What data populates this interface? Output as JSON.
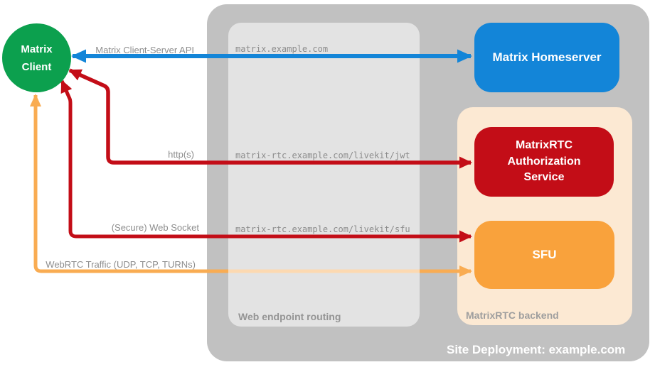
{
  "diagram_title": "Site Deployment: example.com",
  "colors": {
    "client_green": "#0ca04e",
    "homeserver_blue": "#1385d8",
    "auth_red": "#c30d17",
    "sfu_orange": "#f9a23c",
    "webrtc_arrow_orange": "#f9ac52",
    "site_container_gray": "#c1c1c1",
    "routing_box_gray": "#e2e2e2",
    "backend_peach": "#fce9d3",
    "label_gray": "#8d8d8d"
  },
  "nodes": {
    "client": {
      "line1": "Matrix",
      "line2": "Client"
    },
    "homeserver": {
      "label": "Matrix Homeserver"
    },
    "auth_service": {
      "label": "MatrixRTC Authorization Service"
    },
    "sfu": {
      "label": "SFU"
    }
  },
  "containers": {
    "site": {
      "label": "Site Deployment: example.com"
    },
    "routing": {
      "label": "Web endpoint routing"
    },
    "backend": {
      "label": "MatrixRTC backend"
    }
  },
  "endpoints": [
    {
      "host": "matrix.example.com"
    },
    {
      "host": "matrix-rtc.example.com/livekit/jwt"
    },
    {
      "host": "matrix-rtc.example.com/livekit/sfu"
    }
  ],
  "arrows": [
    {
      "id": "matrix-client-server-api",
      "label": "Matrix Client-Server API",
      "color": "#1385d8",
      "from": "Matrix Client",
      "to": "Matrix Homeserver",
      "bidirectional": true
    },
    {
      "id": "https",
      "label": "http(s)",
      "color": "#c30d17",
      "from": "Matrix Client",
      "to": "MatrixRTC Authorization Service",
      "bidirectional": true
    },
    {
      "id": "secure-web-socket",
      "label": "(Secure) Web Socket",
      "color": "#c30d17",
      "from": "Matrix Client",
      "to": "SFU",
      "bidirectional": true
    },
    {
      "id": "webrtc-traffic",
      "label": "WebRTC Traffic (UDP, TCP, TURNs)",
      "color": "#f9ac52",
      "from": "Matrix Client",
      "to": "SFU",
      "bidirectional": true
    }
  ]
}
